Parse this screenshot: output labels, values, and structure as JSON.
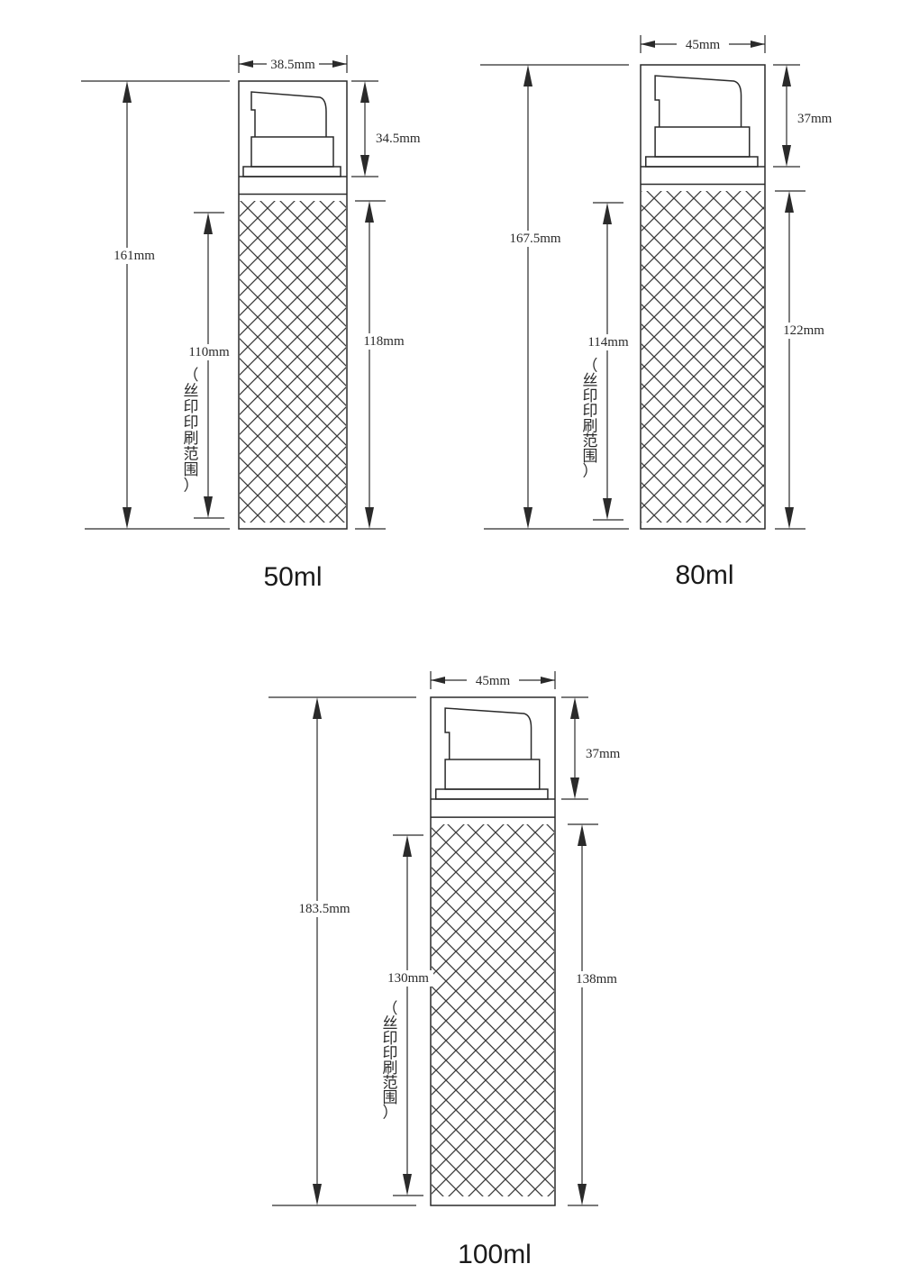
{
  "colors": {
    "line": "#2a2a2a",
    "background": "#ffffff"
  },
  "print_area_note": "（丝印印刷范围）",
  "bottles": [
    {
      "caption": "50ml",
      "width": "38.5mm",
      "total_height": "161mm",
      "print_height": "110mm",
      "cap_height": "34.5mm",
      "body_height": "118mm"
    },
    {
      "caption": "80ml",
      "width": "45mm",
      "total_height": "167.5mm",
      "print_height": "114mm",
      "cap_height": "37mm",
      "body_height": "122mm"
    },
    {
      "caption": "100ml",
      "width": "45mm",
      "total_height": "183.5mm",
      "print_height": "130mm",
      "cap_height": "37mm",
      "body_height": "138mm"
    }
  ]
}
